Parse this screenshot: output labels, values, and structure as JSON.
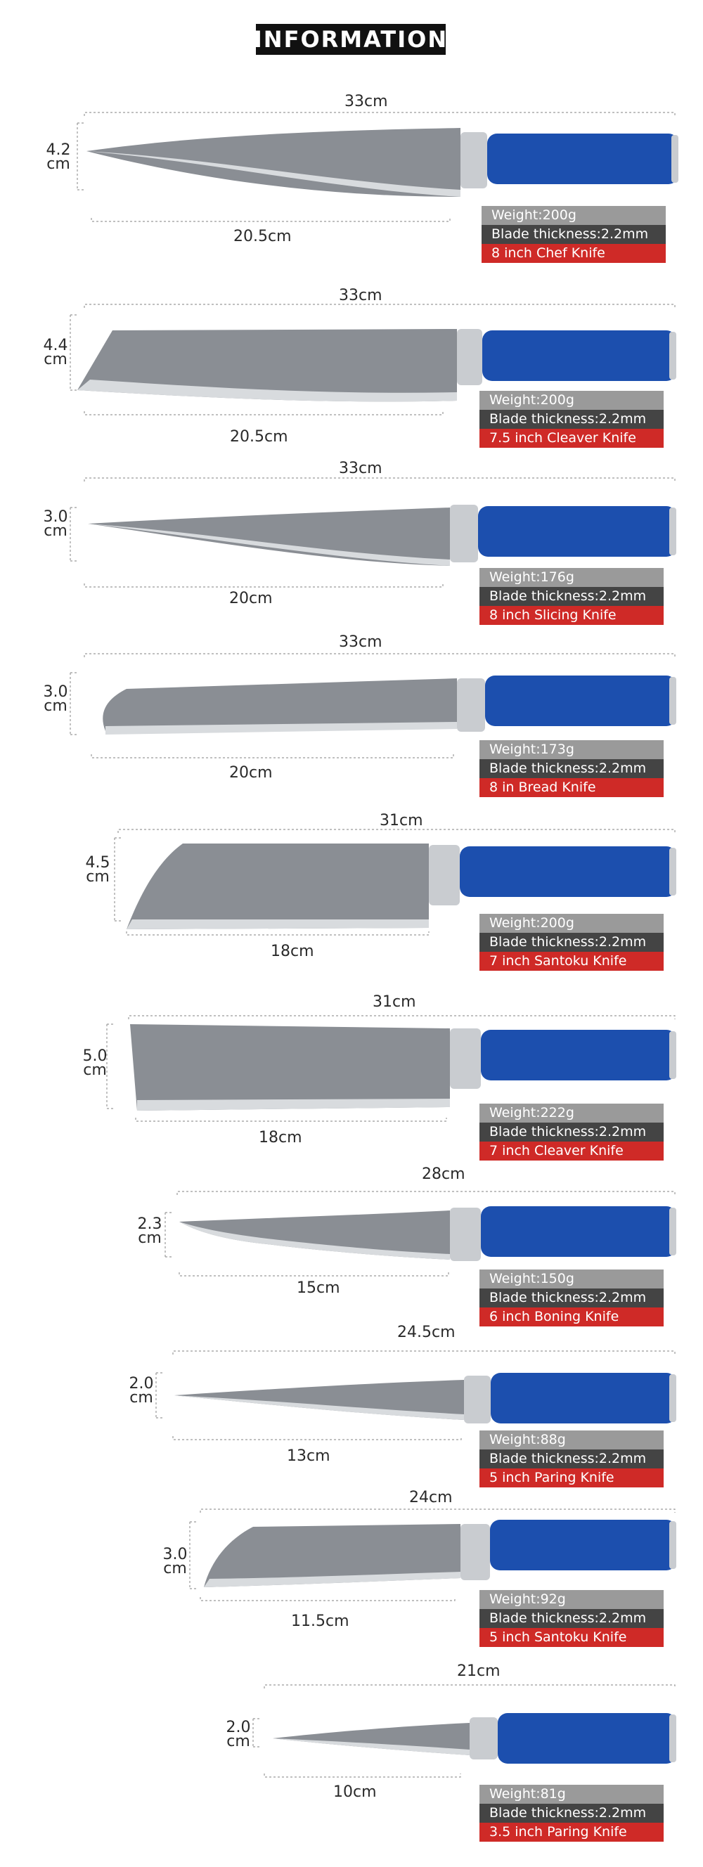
{
  "header": {
    "title": "INFORMATION"
  },
  "colors": {
    "weight_bg": "#9a9a9a",
    "thickness_bg": "#444444",
    "name_bg": "#cf2a27",
    "handle": "#1c4fae",
    "blade": "#8a8e94"
  },
  "knives": [
    {
      "total_length": "33cm",
      "blade_length": "20.5cm",
      "height": "4.2",
      "height_unit": "cm",
      "weight": "Weight:200g",
      "thickness": "Blade thickness:2.2mm",
      "name": "8 inch Chef Knife"
    },
    {
      "total_length": "33cm",
      "blade_length": "20.5cm",
      "height": "4.4",
      "height_unit": "cm",
      "weight": "Weight:200g",
      "thickness": "Blade thickness:2.2mm",
      "name": "7.5 inch Cleaver Knife"
    },
    {
      "total_length": "33cm",
      "blade_length": "20cm",
      "height": "3.0",
      "height_unit": "cm",
      "weight": "Weight:176g",
      "thickness": "Blade thickness:2.2mm",
      "name": "8 inch Slicing Knife"
    },
    {
      "total_length": "33cm",
      "blade_length": "20cm",
      "height": "3.0",
      "height_unit": "cm",
      "weight": "Weight:173g",
      "thickness": "Blade thickness:2.2mm",
      "name": "8 in Bread Knife"
    },
    {
      "total_length": "31cm",
      "blade_length": "18cm",
      "height": "4.5",
      "height_unit": "cm",
      "weight": "Weight:200g",
      "thickness": "Blade thickness:2.2mm",
      "name": "7 inch Santoku Knife"
    },
    {
      "total_length": "31cm",
      "blade_length": "18cm",
      "height": "5.0",
      "height_unit": "cm",
      "weight": "Weight:222g",
      "thickness": "Blade thickness:2.2mm",
      "name": "7 inch Cleaver Knife"
    },
    {
      "total_length": "28cm",
      "blade_length": "15cm",
      "height": "2.3",
      "height_unit": "cm",
      "weight": "Weight:150g",
      "thickness": "Blade thickness:2.2mm",
      "name": "6 inch Boning Knife"
    },
    {
      "total_length": "24.5cm",
      "blade_length": "13cm",
      "height": "2.0",
      "height_unit": "cm",
      "weight": "Weight:88g",
      "thickness": "Blade thickness:2.2mm",
      "name": "5 inch Paring Knife"
    },
    {
      "total_length": "24cm",
      "blade_length": "11.5cm",
      "height": "3.0",
      "height_unit": "cm",
      "weight": "Weight:92g",
      "thickness": "Blade thickness:2.2mm",
      "name": "5 inch Santoku Knife"
    },
    {
      "total_length": "21cm",
      "blade_length": "10cm",
      "height": "2.0",
      "height_unit": "cm",
      "weight": "Weight:81g",
      "thickness": "Blade thickness:2.2mm",
      "name": "3.5 inch Paring Knife"
    }
  ]
}
